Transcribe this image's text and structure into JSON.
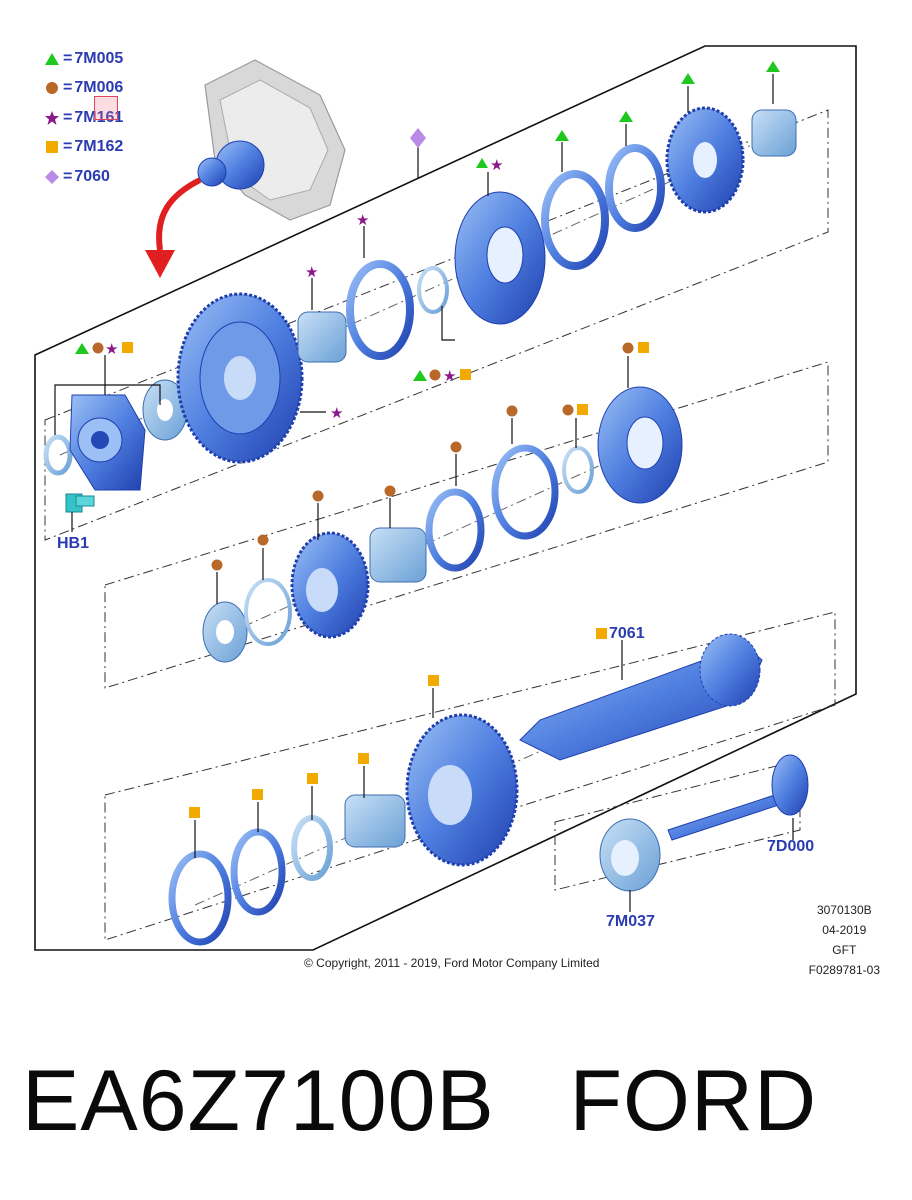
{
  "legend": [
    {
      "symbol": "triangle",
      "color": "#1ec81e",
      "code": "7M005"
    },
    {
      "symbol": "circle",
      "color": "#b8692a",
      "code": "7M006"
    },
    {
      "symbol": "star",
      "color": "#8a1a8a",
      "code": "7M161"
    },
    {
      "symbol": "square",
      "color": "#f2a900",
      "code": "7M162"
    },
    {
      "symbol": "diamond",
      "color": "#b98be6",
      "code": "7060"
    }
  ],
  "legend_eq": "=",
  "callouts": {
    "hb1": "HB1",
    "p7061": "7061",
    "p7d000": "7D000",
    "p7m037": "7M037"
  },
  "meta": {
    "line1": "3070130B",
    "line2": "04-2019",
    "line3": "GFT",
    "line4": "F0289781-03"
  },
  "copyright": "© Copyright, 2011 - 2019, Ford Motor Company Limited",
  "caption": "EA6Z7100B   FORD",
  "colors": {
    "part_fill": "#4f7fe0",
    "part_dark": "#2448b8",
    "ring_fill": "#7fb0e0",
    "frame": "#111111"
  }
}
